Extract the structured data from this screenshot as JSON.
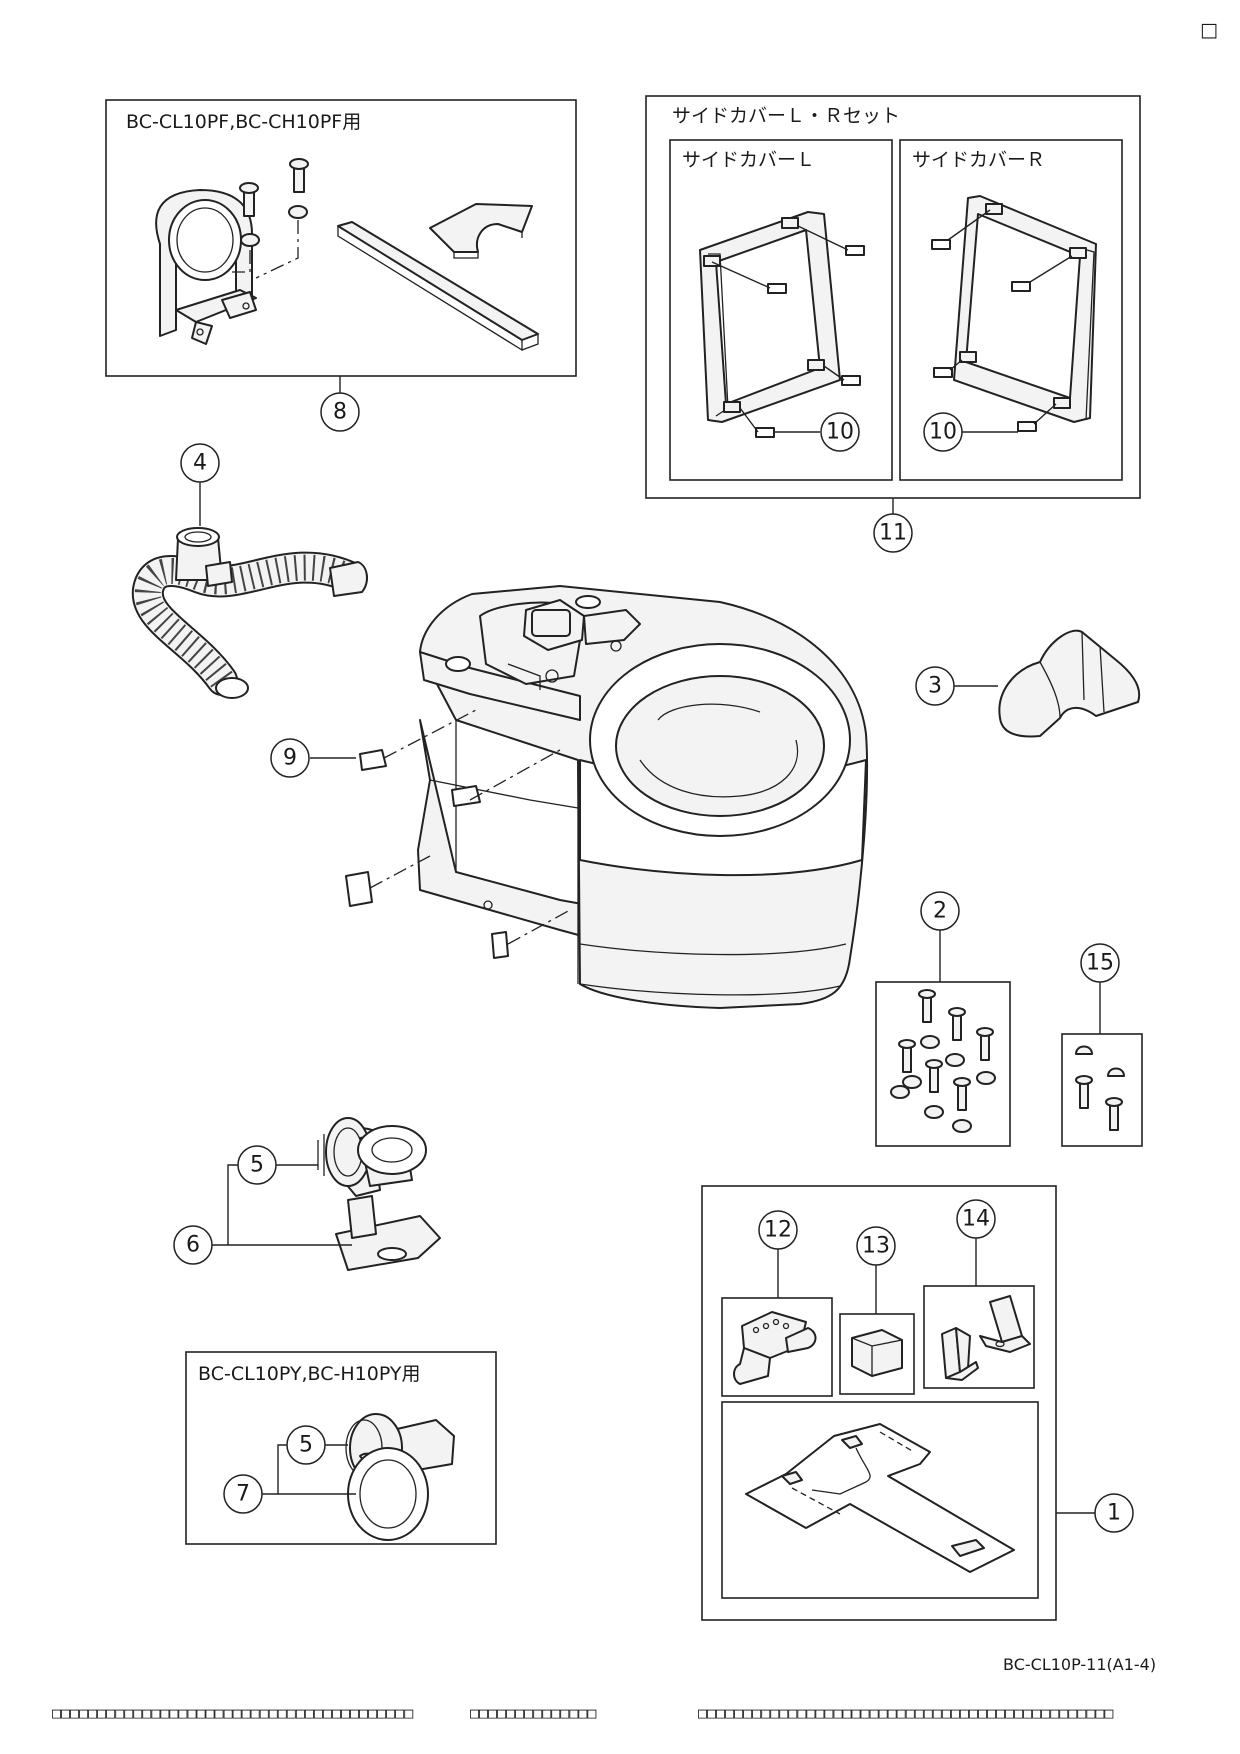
{
  "corner_mark": "□",
  "labels": {
    "box8_title": "BC-CL10PF,BC-CH10PF用",
    "box11_title": "サイドカバーＬ・Ｒセット",
    "box11_left": "サイドカバーＬ",
    "box11_right": "サイドカバーＲ",
    "box7_title": "BC-CL10PY,BC-H10PY用"
  },
  "callouts": {
    "c1": "1",
    "c2": "2",
    "c3": "3",
    "c4": "4",
    "c5a": "5",
    "c5b": "5",
    "c6": "6",
    "c7": "7",
    "c8": "8",
    "c9": "9",
    "c10a": "10",
    "c10b": "10",
    "c11": "11",
    "c12": "12",
    "c13": "13",
    "c14": "14",
    "c15": "15"
  },
  "footer": {
    "doc_code": "BC-CL10P-11(A1-4)",
    "text_a": "□□□□□□□□□□□□□□□□□□□□□□□□□□□□□□□□□□□□□□□□",
    "text_b": "□□□□□□□□□□□□□□",
    "text_c": "□□□□□□□□□□□□□□□□□□□□□□□□□□□□□□□□□□□□□□□□□□□□□□"
  }
}
